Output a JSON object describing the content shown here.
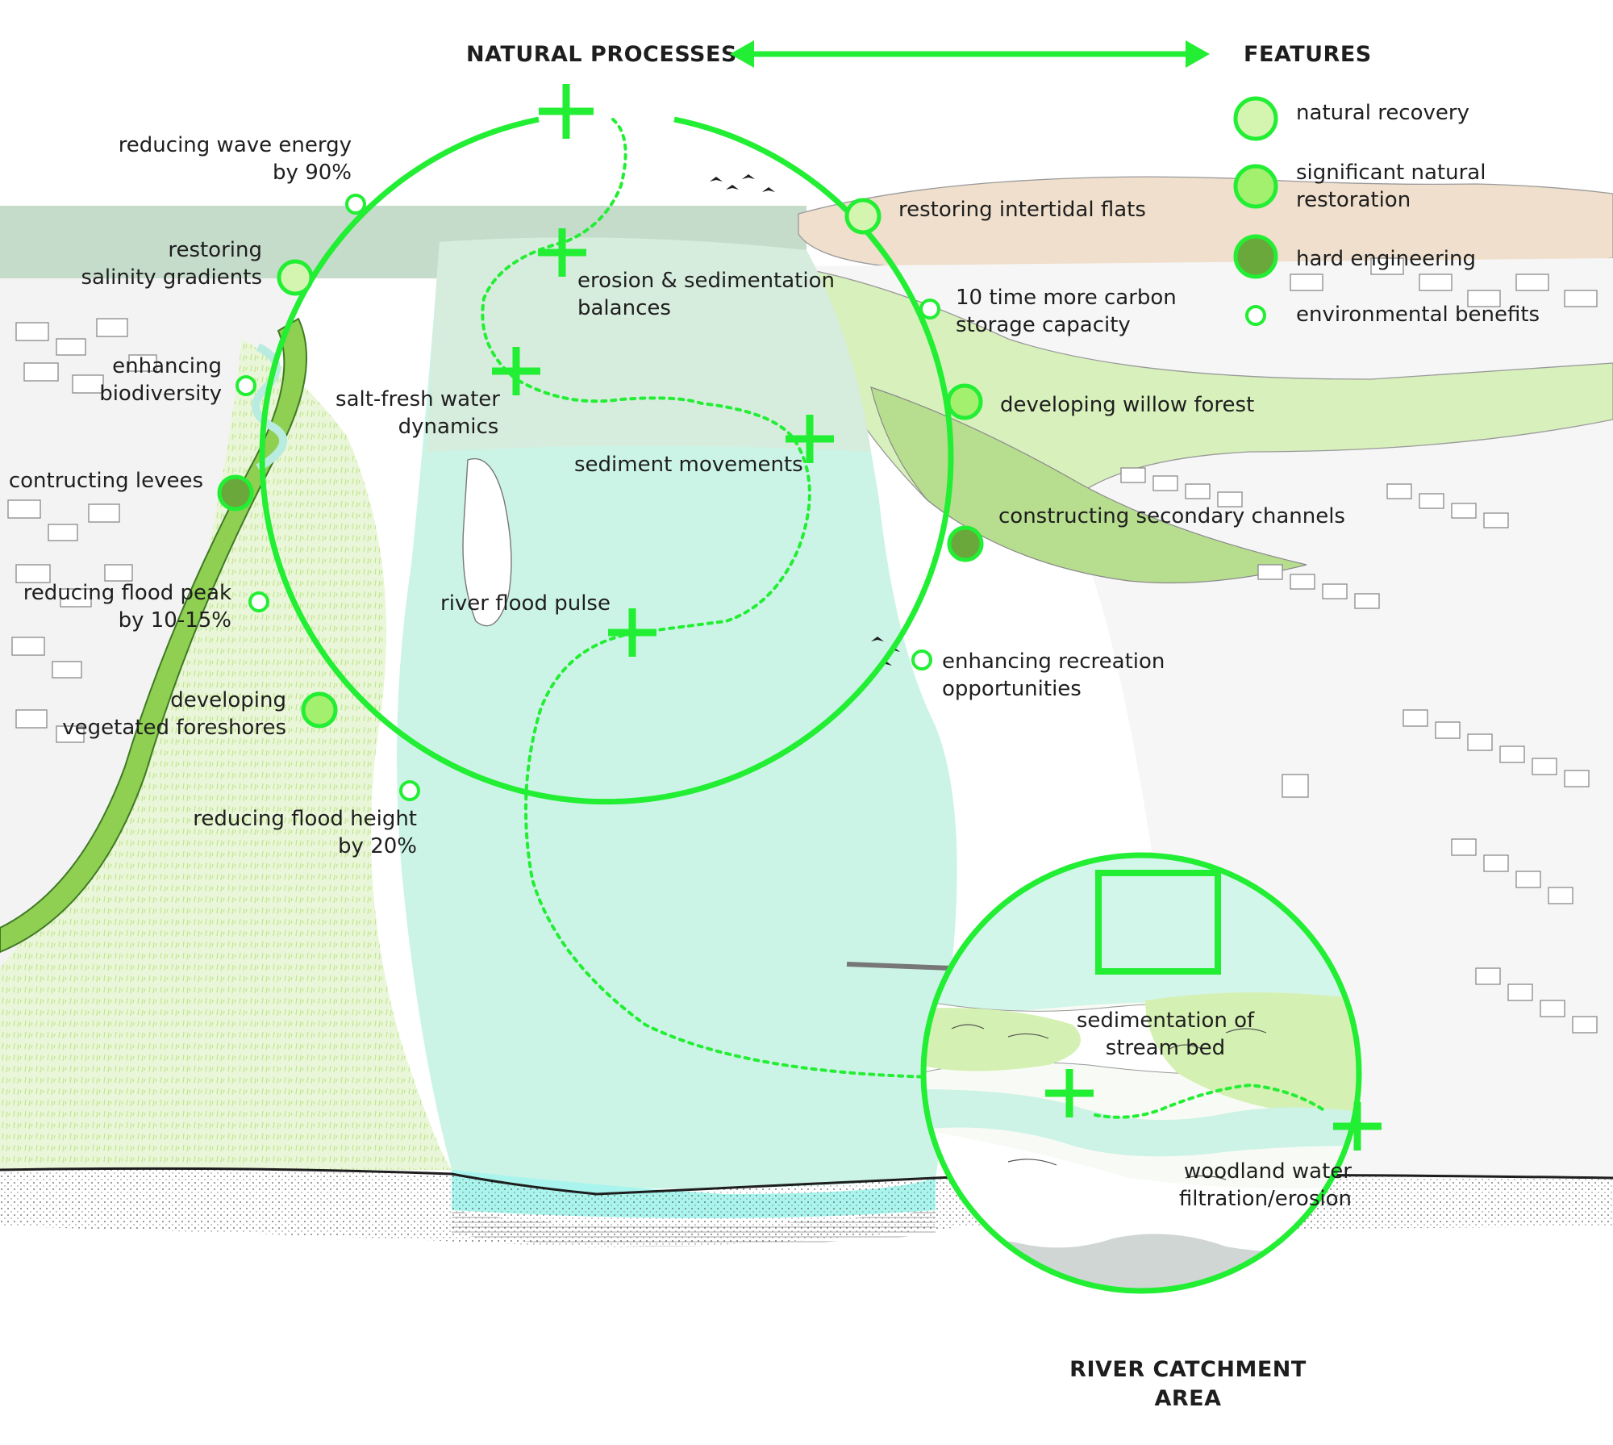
{
  "header": {
    "processes_title": "NATURAL PROCESSES",
    "features_title": "FEATURES"
  },
  "colors": {
    "accent_green": "#22ee33",
    "natural_recovery": "#d4f5b0",
    "significant_restoration": "#a3ef6e",
    "hard_engineering": "#6aa83c",
    "environmental_benefits": "#ffffff"
  },
  "legend": [
    {
      "label_lines": [
        "natural recovery"
      ],
      "type": "natural_recovery"
    },
    {
      "label_lines": [
        "significant natural",
        "restoration"
      ],
      "type": "significant_restoration"
    },
    {
      "label_lines": [
        "hard engineering"
      ],
      "type": "hard_engineering"
    },
    {
      "label_lines": [
        "environmental benefits"
      ],
      "type": "environmental_benefits"
    }
  ],
  "features": {
    "reducing_wave_energy": [
      "reducing wave energy",
      "by 90%"
    ],
    "restoring_salinity": [
      "restoring",
      "salinity gradients"
    ],
    "enhancing_biodiversity": [
      "enhancing",
      "biodiversity"
    ],
    "contructing_levees": [
      "contructing levees"
    ],
    "reducing_flood_peak": [
      "reducing flood peak",
      "by 10-15%"
    ],
    "developing_foreshores": [
      "developing",
      "vegetated foreshores"
    ],
    "reducing_flood_height": [
      "reducing flood height",
      "by 20%"
    ],
    "restoring_intertidal": [
      "restoring intertidal flats"
    ],
    "carbon_storage": [
      "10 time more carbon",
      "storage capacity"
    ],
    "willow_forest": [
      "developing willow forest"
    ],
    "secondary_channels": [
      "constructing secondary channels"
    ],
    "recreation": [
      "enhancing recreation",
      "opportunities"
    ]
  },
  "processes": {
    "erosion_sedimentation": [
      "erosion & sedimentation",
      "balances"
    ],
    "salt_fresh": [
      "salt-fresh water",
      "dynamics"
    ],
    "sediment_movements": [
      "sediment movements"
    ],
    "river_flood_pulse": [
      "river flood pulse"
    ],
    "sedimentation_stream": [
      "sedimentation of",
      "stream bed"
    ],
    "woodland_filtration": [
      "woodland water",
      "filtration/erosion"
    ]
  },
  "catchment_title": [
    "RIVER CATCHMENT",
    "AREA"
  ]
}
